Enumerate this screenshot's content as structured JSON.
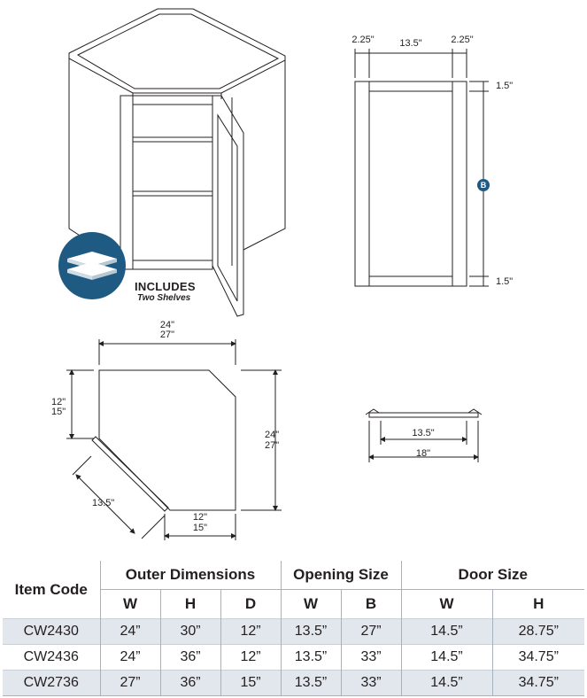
{
  "badge": {
    "title": "INCLUDES",
    "subtitle": "Two Shelves"
  },
  "front_view": {
    "stile_left": "2.25\"",
    "opening": "13.5\"",
    "stile_right": "2.25\"",
    "rail_top": "1.5\"",
    "rail_bottom": "1.5\"",
    "height_marker": "B"
  },
  "top_view": {
    "width_a": "24\"",
    "width_b": "27\"",
    "side_a": "12\"",
    "side_b": "15\"",
    "depth_a": "24\"",
    "depth_b": "27\"",
    "front_width": "13.5\"",
    "bottom_a": "12\"",
    "bottom_b": "15\""
  },
  "shelf_view": {
    "opening": "13.5\"",
    "depth": "18\""
  },
  "table": {
    "group_headers": [
      "Item Code",
      "Outer Dimensions",
      "Opening Size",
      "Door Size"
    ],
    "sub_headers": [
      "W",
      "H",
      "D",
      "W",
      "B",
      "W",
      "H"
    ],
    "rows": [
      [
        "CW2430",
        "24”",
        "30”",
        "12”",
        "13.5”",
        "27”",
        "14.5”",
        "28.75”"
      ],
      [
        "CW2436",
        "24”",
        "36”",
        "12”",
        "13.5”",
        "33”",
        "14.5”",
        "34.75”"
      ],
      [
        "CW2736",
        "27”",
        "36”",
        "15”",
        "13.5”",
        "33”",
        "14.5”",
        "34.75”"
      ]
    ]
  }
}
